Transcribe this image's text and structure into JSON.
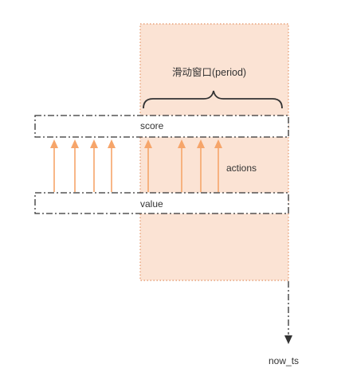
{
  "labels": {
    "window": "滑动窗口(period)",
    "score": "score",
    "value": "value",
    "actions": "actions",
    "now_ts": "now_ts"
  },
  "colors": {
    "window_fill": "#fbe3d4",
    "window_border": "#e8a27a",
    "arrow": "#f6a56a",
    "line": "#333333",
    "text": "#333333"
  },
  "icons": [
    "brace-icon",
    "arrow-up-icon",
    "arrow-down-icon"
  ]
}
